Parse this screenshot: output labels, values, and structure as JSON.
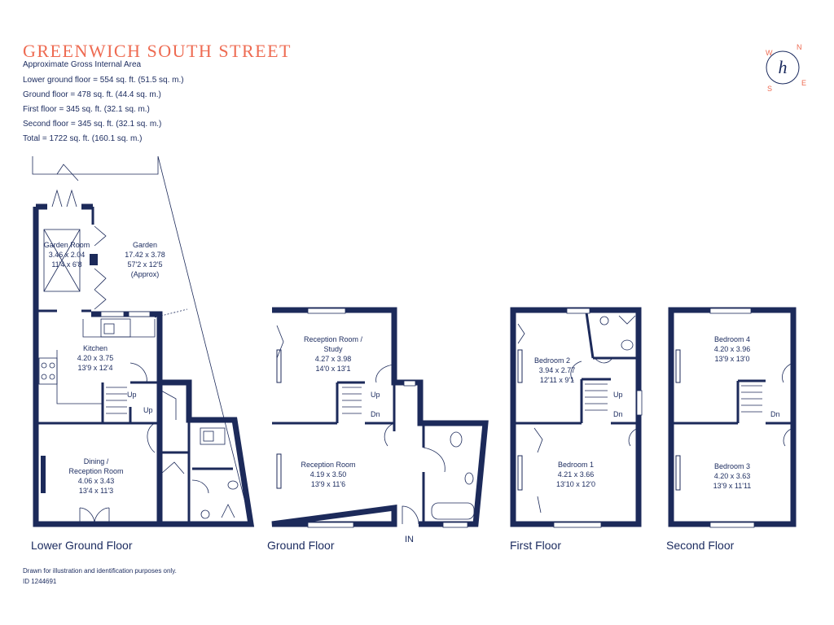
{
  "header": {
    "title": "GREENWICH SOUTH STREET",
    "subtitle": "Approximate Gross Internal Area",
    "areas": [
      "Lower ground floor = 554 sq. ft. (51.5 sq. m.)",
      "Ground floor = 478 sq. ft. (44.4 sq. m.)",
      "First floor  = 345 sq. ft. (32.1 sq. m.)",
      "Second floor = 345 sq. ft. (32.1 sq. m.)",
      "Total =  1722 sq. ft. (160.1 sq. m.)"
    ]
  },
  "compass": {
    "w": "W",
    "n": "N",
    "s": "S",
    "e": "E",
    "logo": "h"
  },
  "colors": {
    "accent": "#ee6b52",
    "wall": "#1c2a5a",
    "text": "#1a2a5e"
  },
  "floors": {
    "lower": {
      "label": "Lower Ground Floor",
      "rooms": {
        "garden_room": [
          "Garden Room",
          "3.46 x 2.04",
          "11'4 x 6'8"
        ],
        "garden": [
          "Garden",
          "17.42 x 3.78",
          "57'2 x 12'5",
          "(Approx)"
        ],
        "kitchen": [
          "Kitchen",
          "4.20 x 3.75",
          "13'9 x 12'4"
        ],
        "dining": [
          "Dining /",
          "Reception Room",
          "4.06 x 3.43",
          "13'4 x 11'3"
        ]
      },
      "stairs": [
        "Up",
        "Up"
      ]
    },
    "ground": {
      "label": "Ground Floor",
      "rooms": {
        "reception_study": [
          "Reception Room /",
          "Study",
          "4.27 x 3.98",
          "14'0 x 13'1"
        ],
        "reception": [
          "Reception Room",
          "4.19 x 3.50",
          "13'9 x 11'6"
        ]
      },
      "stairs": [
        "Up",
        "Dn"
      ],
      "entrance": "IN"
    },
    "first": {
      "label": "First Floor",
      "rooms": {
        "bedroom2": [
          "Bedroom 2",
          "3.94 x 2.77",
          "12'11 x 9'1"
        ],
        "bedroom1": [
          "Bedroom 1",
          "4.21 x 3.66",
          "13'10 x 12'0"
        ]
      },
      "stairs": [
        "Up",
        "Dn"
      ]
    },
    "second": {
      "label": "Second Floor",
      "rooms": {
        "bedroom4": [
          "Bedroom 4",
          "4.20 x 3.96",
          "13'9 x 13'0"
        ],
        "bedroom3": [
          "Bedroom 3",
          "4.20 x 3.63",
          "13'9 x 11'11"
        ]
      },
      "stairs": [
        "Dn"
      ]
    }
  },
  "footer": {
    "disclaimer": "Drawn for illustration and identification purposes only.",
    "id": "ID 1244691"
  }
}
